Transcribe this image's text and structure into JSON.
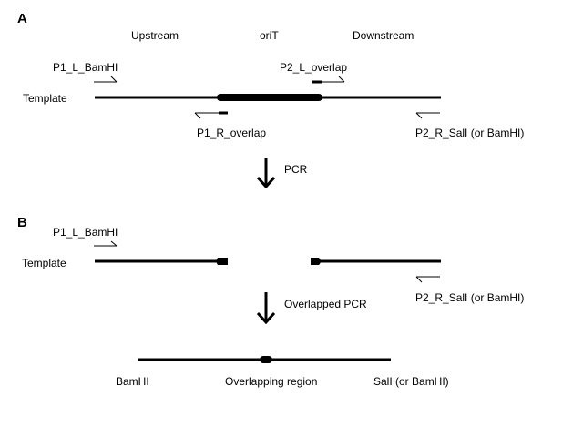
{
  "panels": {
    "a": {
      "label": "A"
    },
    "b": {
      "label": "B"
    }
  },
  "section_a": {
    "regions": {
      "upstream": "Upstream",
      "orit": "oriT",
      "downstream": "Downstream"
    },
    "template_label": "Template",
    "primers": {
      "p1_l": "P1_L_BamHI",
      "p2_l": "P2_L_overlap",
      "p1_r": "P1_R_overlap",
      "p2_r": "P2_R_SalI (or BamHI)"
    }
  },
  "step1": {
    "label": "PCR"
  },
  "section_b": {
    "template_label": "Template",
    "primers": {
      "p1_l": "P1_L_BamHI",
      "p2_r": "P2_R_SalI (or BamHI)"
    }
  },
  "step2": {
    "label": "Overlapped PCR"
  },
  "product": {
    "left_label": "BamHI",
    "center_label": "Overlapping region",
    "right_label": "SalI (or BamHI)"
  }
}
